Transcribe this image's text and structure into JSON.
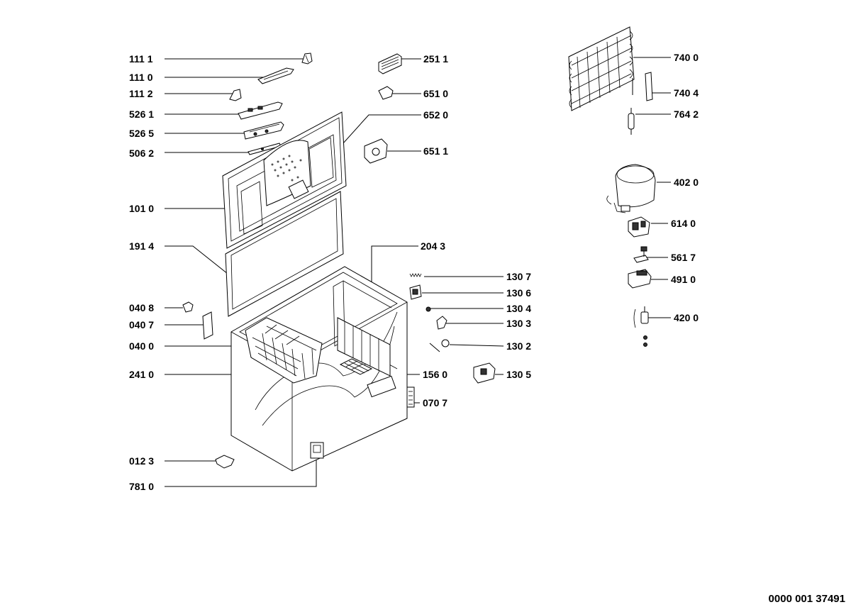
{
  "document_number": "0000 001 37491",
  "callouts": [
    {
      "id": "c-111-1",
      "label": "111 1"
    },
    {
      "id": "c-111-0",
      "label": "111 0"
    },
    {
      "id": "c-111-2",
      "label": "111 2"
    },
    {
      "id": "c-526-1",
      "label": "526 1"
    },
    {
      "id": "c-526-5",
      "label": "526 5"
    },
    {
      "id": "c-506-2",
      "label": "506 2"
    },
    {
      "id": "c-101-0",
      "label": "101 0"
    },
    {
      "id": "c-191-4",
      "label": "191 4"
    },
    {
      "id": "c-040-8",
      "label": "040 8"
    },
    {
      "id": "c-040-7",
      "label": "040 7"
    },
    {
      "id": "c-040-0",
      "label": "040 0"
    },
    {
      "id": "c-241-0",
      "label": "241 0"
    },
    {
      "id": "c-012-3",
      "label": "012 3"
    },
    {
      "id": "c-781-0",
      "label": "781 0"
    },
    {
      "id": "c-251-1",
      "label": "251 1"
    },
    {
      "id": "c-651-0",
      "label": "651 0"
    },
    {
      "id": "c-652-0",
      "label": "652 0"
    },
    {
      "id": "c-651-1",
      "label": "651 1"
    },
    {
      "id": "c-204-3",
      "label": "204 3"
    },
    {
      "id": "c-130-7",
      "label": "130 7"
    },
    {
      "id": "c-130-6",
      "label": "130 6"
    },
    {
      "id": "c-130-4",
      "label": "130 4"
    },
    {
      "id": "c-130-3",
      "label": "130 3"
    },
    {
      "id": "c-130-2",
      "label": "130 2"
    },
    {
      "id": "c-130-5",
      "label": "130 5"
    },
    {
      "id": "c-156-0",
      "label": "156 0"
    },
    {
      "id": "c-070-7",
      "label": "070 7"
    },
    {
      "id": "c-740-0",
      "label": "740 0"
    },
    {
      "id": "c-740-4",
      "label": "740 4"
    },
    {
      "id": "c-764-2",
      "label": "764 2"
    },
    {
      "id": "c-402-0",
      "label": "402 0"
    },
    {
      "id": "c-614-0",
      "label": "614 0"
    },
    {
      "id": "c-561-7",
      "label": "561 7"
    },
    {
      "id": "c-491-0",
      "label": "491 0"
    },
    {
      "id": "c-420-0",
      "label": "420 0"
    }
  ]
}
